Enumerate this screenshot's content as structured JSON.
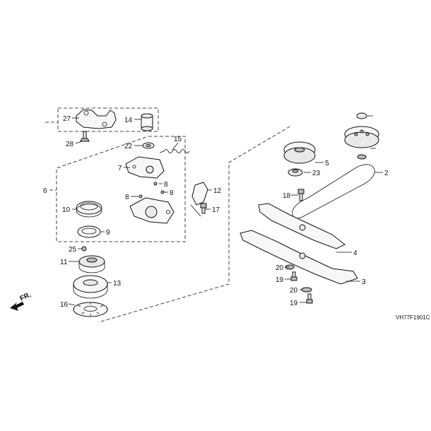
{
  "figure_code": "VH77F1901C",
  "direction_label": "FR.",
  "callouts": [
    {
      "id": "c1",
      "text": "2"
    },
    {
      "id": "c2",
      "text": "3"
    },
    {
      "id": "c3",
      "text": "4"
    },
    {
      "id": "c4",
      "text": "5"
    },
    {
      "id": "c5",
      "text": "6"
    },
    {
      "id": "c6",
      "text": "7"
    },
    {
      "id": "c7",
      "text": "8"
    },
    {
      "id": "c8",
      "text": "8"
    },
    {
      "id": "c9",
      "text": "8"
    },
    {
      "id": "c10",
      "text": "9"
    },
    {
      "id": "c11",
      "text": "10"
    },
    {
      "id": "c12",
      "text": "11"
    },
    {
      "id": "c13",
      "text": "12"
    },
    {
      "id": "c14",
      "text": "13"
    },
    {
      "id": "c15",
      "text": "14"
    },
    {
      "id": "c16",
      "text": "15"
    },
    {
      "id": "c17",
      "text": "16"
    },
    {
      "id": "c18",
      "text": "17"
    },
    {
      "id": "c19",
      "text": "18"
    },
    {
      "id": "c20",
      "text": "19"
    },
    {
      "id": "c21",
      "text": "19"
    },
    {
      "id": "c22",
      "text": "20"
    },
    {
      "id": "c23",
      "text": "20"
    },
    {
      "id": "c24",
      "text": "22"
    },
    {
      "id": "c25",
      "text": "23"
    },
    {
      "id": "c26",
      "text": "25"
    },
    {
      "id": "c27",
      "text": "27"
    },
    {
      "id": "c28",
      "text": "28"
    }
  ]
}
